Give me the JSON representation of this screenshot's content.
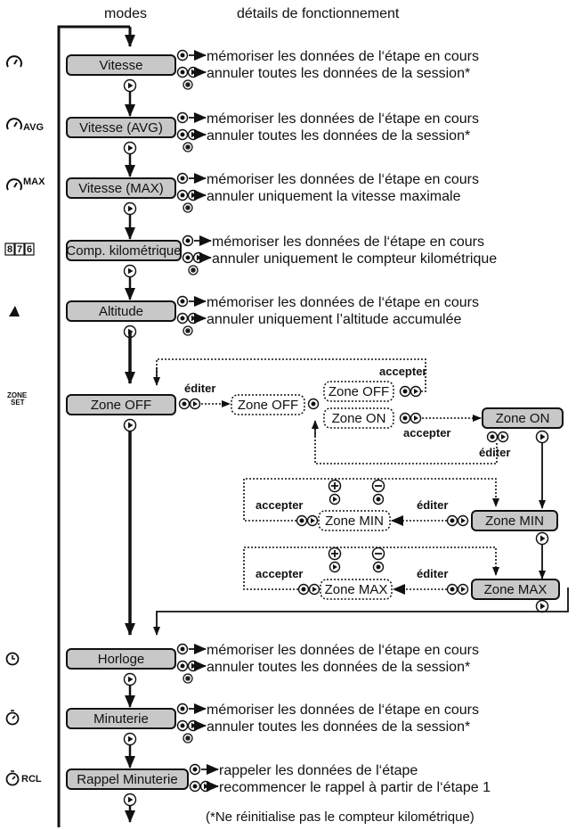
{
  "headers": {
    "modes": "modes",
    "details": "détails de fonctionnement"
  },
  "modes": [
    {
      "label": "Vitesse",
      "icon": "speed-icon",
      "icon_text": "",
      "line1": "mémoriser les données de l‘étape en cours",
      "line2": "annuler toutes les données de la session*"
    },
    {
      "label": "Vitesse (AVG)",
      "icon": "speed-avg-icon",
      "icon_text": "AVG",
      "line1": "mémoriser les données de l‘étape en cours",
      "line2": "annuler toutes les données de la session*"
    },
    {
      "label": "Vitesse (MAX)",
      "icon": "speed-max-icon",
      "icon_text": "MAX",
      "line1": "mémoriser les données de l‘étape en cours",
      "line2": "annuler uniquement la vitesse maximale"
    },
    {
      "label": "Comp. kilométrique",
      "icon": "odometer-icon",
      "icon_text": "876",
      "line1": "mémoriser les données de l‘étape en cours",
      "line2": "annuler uniquement le compteur kilométrique"
    },
    {
      "label": "Altitude",
      "icon": "altitude-icon",
      "icon_text": "",
      "line1": "mémoriser les données de l‘étape en cours",
      "line2": "annuler uniquement l’altitude accumulée"
    },
    {
      "label": "Horloge",
      "icon": "clock-icon",
      "icon_text": "",
      "line1": "mémoriser les données de l‘étape en cours",
      "line2": "annuler toutes les données de la session*"
    },
    {
      "label": "Minuterie",
      "icon": "stopwatch-icon",
      "icon_text": "",
      "line1": "mémoriser les données de l‘étape en cours",
      "line2": "annuler toutes les données de la session*"
    },
    {
      "label": "Rappel Minuterie",
      "icon": "stopwatch-recall-icon",
      "icon_text": "RCL",
      "line1": "rappeler les données de l‘étape",
      "line2": "recommencer le rappel à partir de l‘étape 1"
    }
  ],
  "zone": {
    "icon_text_1": "ZONE",
    "icon_text_2": "SET",
    "zone_off": "Zone OFF",
    "zone_on": "Zone ON",
    "zone_min": "Zone MIN",
    "zone_max": "Zone MAX",
    "editer": "éditer",
    "accepter": "accepter"
  },
  "footnote": "(*Ne réinitialise pas le compteur kilométrique)"
}
